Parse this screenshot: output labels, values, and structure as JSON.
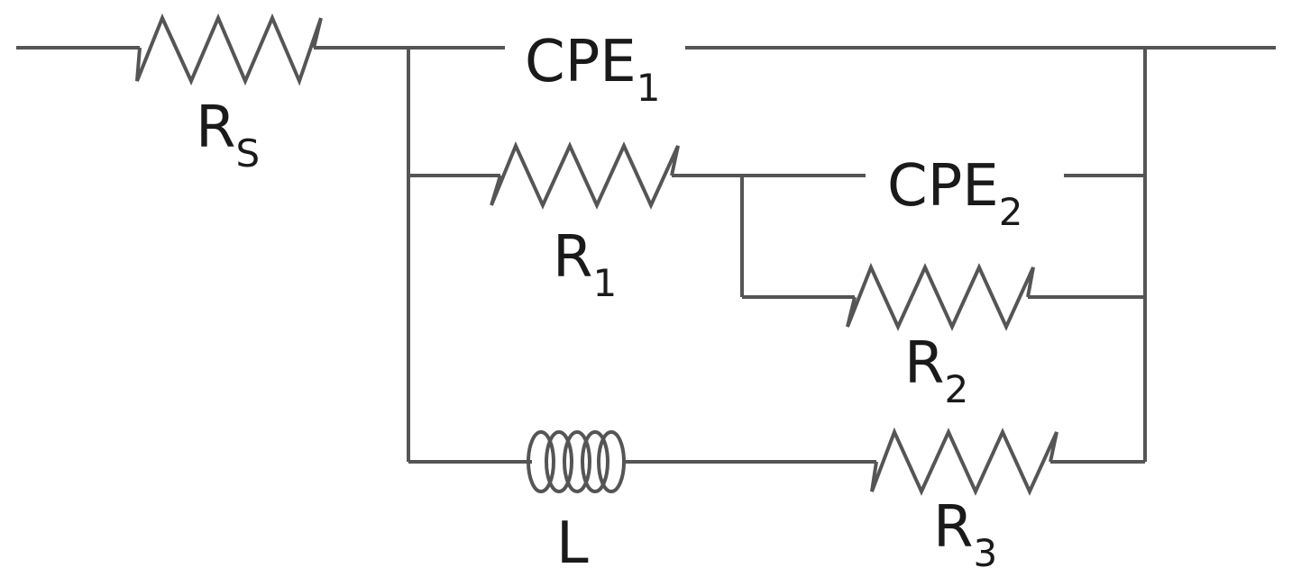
{
  "components": {
    "rs": {
      "label": "R",
      "sub": "S"
    },
    "cpe1": {
      "label": "CPE",
      "sub": "1"
    },
    "r1": {
      "label": "R",
      "sub": "1"
    },
    "cpe2": {
      "label": "CPE",
      "sub": "2"
    },
    "r2": {
      "label": "R",
      "sub": "2"
    },
    "l": {
      "label": "L"
    },
    "r3": {
      "label": "R",
      "sub": "3"
    }
  },
  "colors": {
    "wire": "#555555",
    "text": "#1a1a1a",
    "background": "#ffffff"
  }
}
